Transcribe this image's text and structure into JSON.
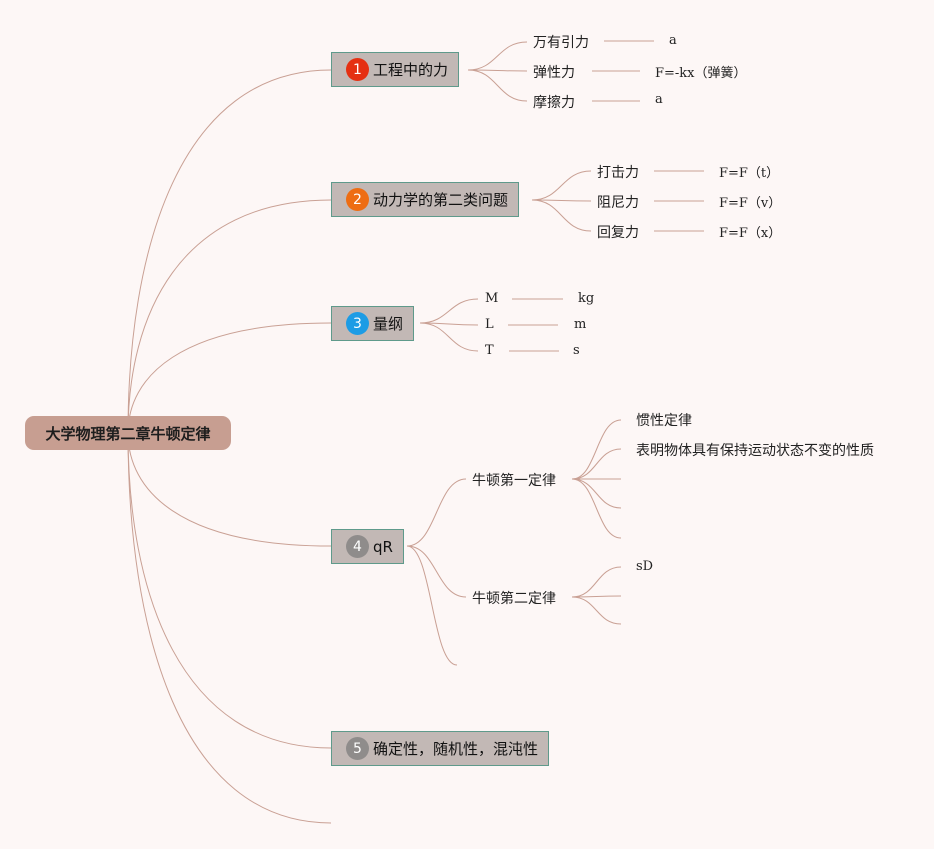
{
  "root": {
    "label": "大学物理第二章牛顿定律"
  },
  "topics": [
    {
      "number": "1",
      "label": "工程中的力",
      "badge_color": "#e53012",
      "items": [
        {
          "label": "万有引力",
          "value": "a"
        },
        {
          "label": "弹性力",
          "value": "F=-kx（弹簧）"
        },
        {
          "label": "摩擦力",
          "value": "a"
        }
      ]
    },
    {
      "number": "2",
      "label": "动力学的第二类问题",
      "badge_color": "#ee6d13",
      "items": [
        {
          "label": "打击力",
          "value": "F=F（t）"
        },
        {
          "label": "阻尼力",
          "value": "F=F（v）"
        },
        {
          "label": "回复力",
          "value": "F=F（x）"
        }
      ]
    },
    {
      "number": "3",
      "label": "量纲",
      "badge_color": "#1d9ce5",
      "items": [
        {
          "label": "M",
          "value": "kg"
        },
        {
          "label": "L",
          "value": "m"
        },
        {
          "label": "T",
          "value": "s"
        }
      ]
    },
    {
      "number": "4",
      "label": "qR",
      "badge_color": "#8f8c8b",
      "children": [
        {
          "label": "牛顿第一定律",
          "leaves": [
            "惯性定律",
            "表明物体具有保持运动状态不变的性质",
            "",
            "",
            ""
          ]
        },
        {
          "label": "牛顿第二定律",
          "leaves": [
            "sD",
            "",
            ""
          ]
        },
        {
          "label": ""
        }
      ]
    },
    {
      "number": "5",
      "label": "确定性，随机性，混沌性",
      "badge_color": "#8f8c8b"
    }
  ],
  "colors": {
    "link": "#c9a094",
    "root_fill": "#c79e91",
    "topic_fill": "#c2b8b5",
    "topic_border": "#5f9a8b"
  }
}
